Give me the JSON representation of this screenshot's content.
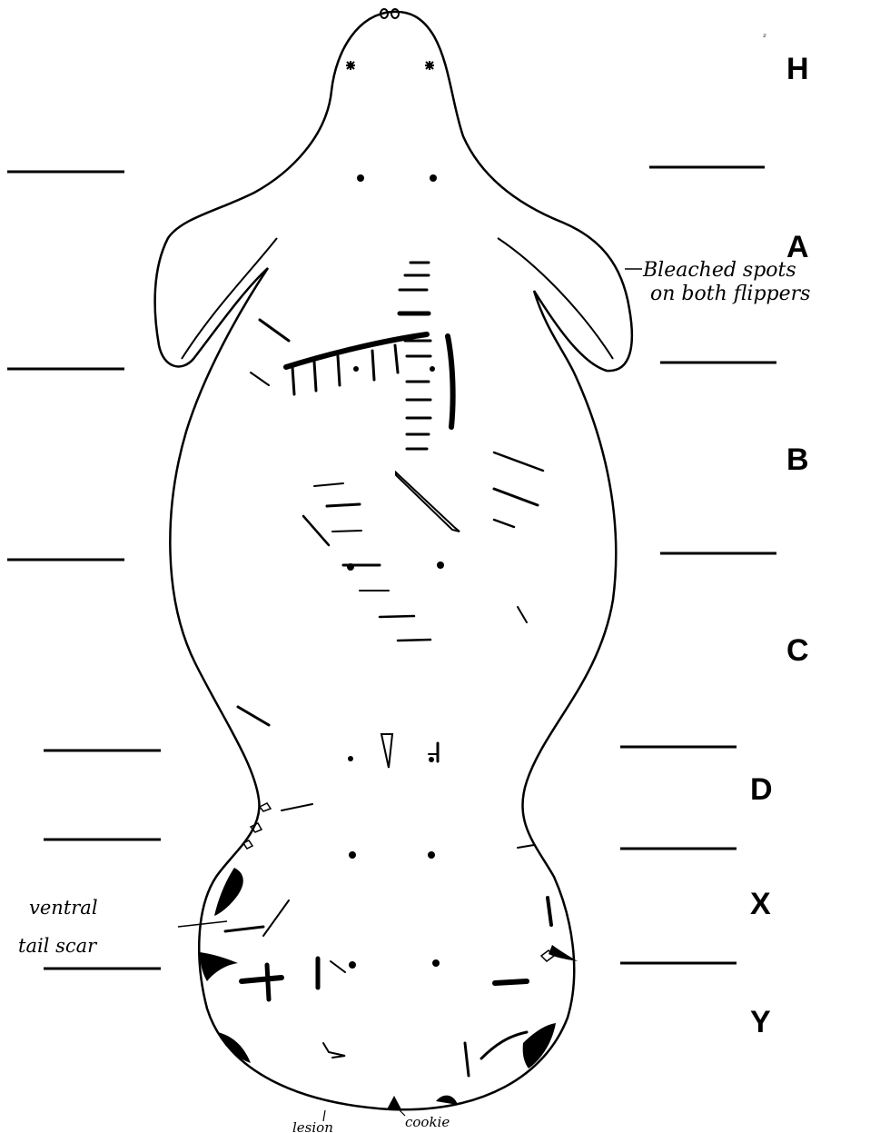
{
  "regions": [
    "H",
    "A",
    "B",
    "C",
    "D",
    "X",
    "Y"
  ],
  "annotations": {
    "flippers": "Bleached spots on both flippers",
    "tail_scar": "ventral tail scar",
    "lesion": "lesion",
    "cookie": "cookie"
  },
  "colors": {
    "ink": "#000000",
    "paper": "#ffffff"
  }
}
